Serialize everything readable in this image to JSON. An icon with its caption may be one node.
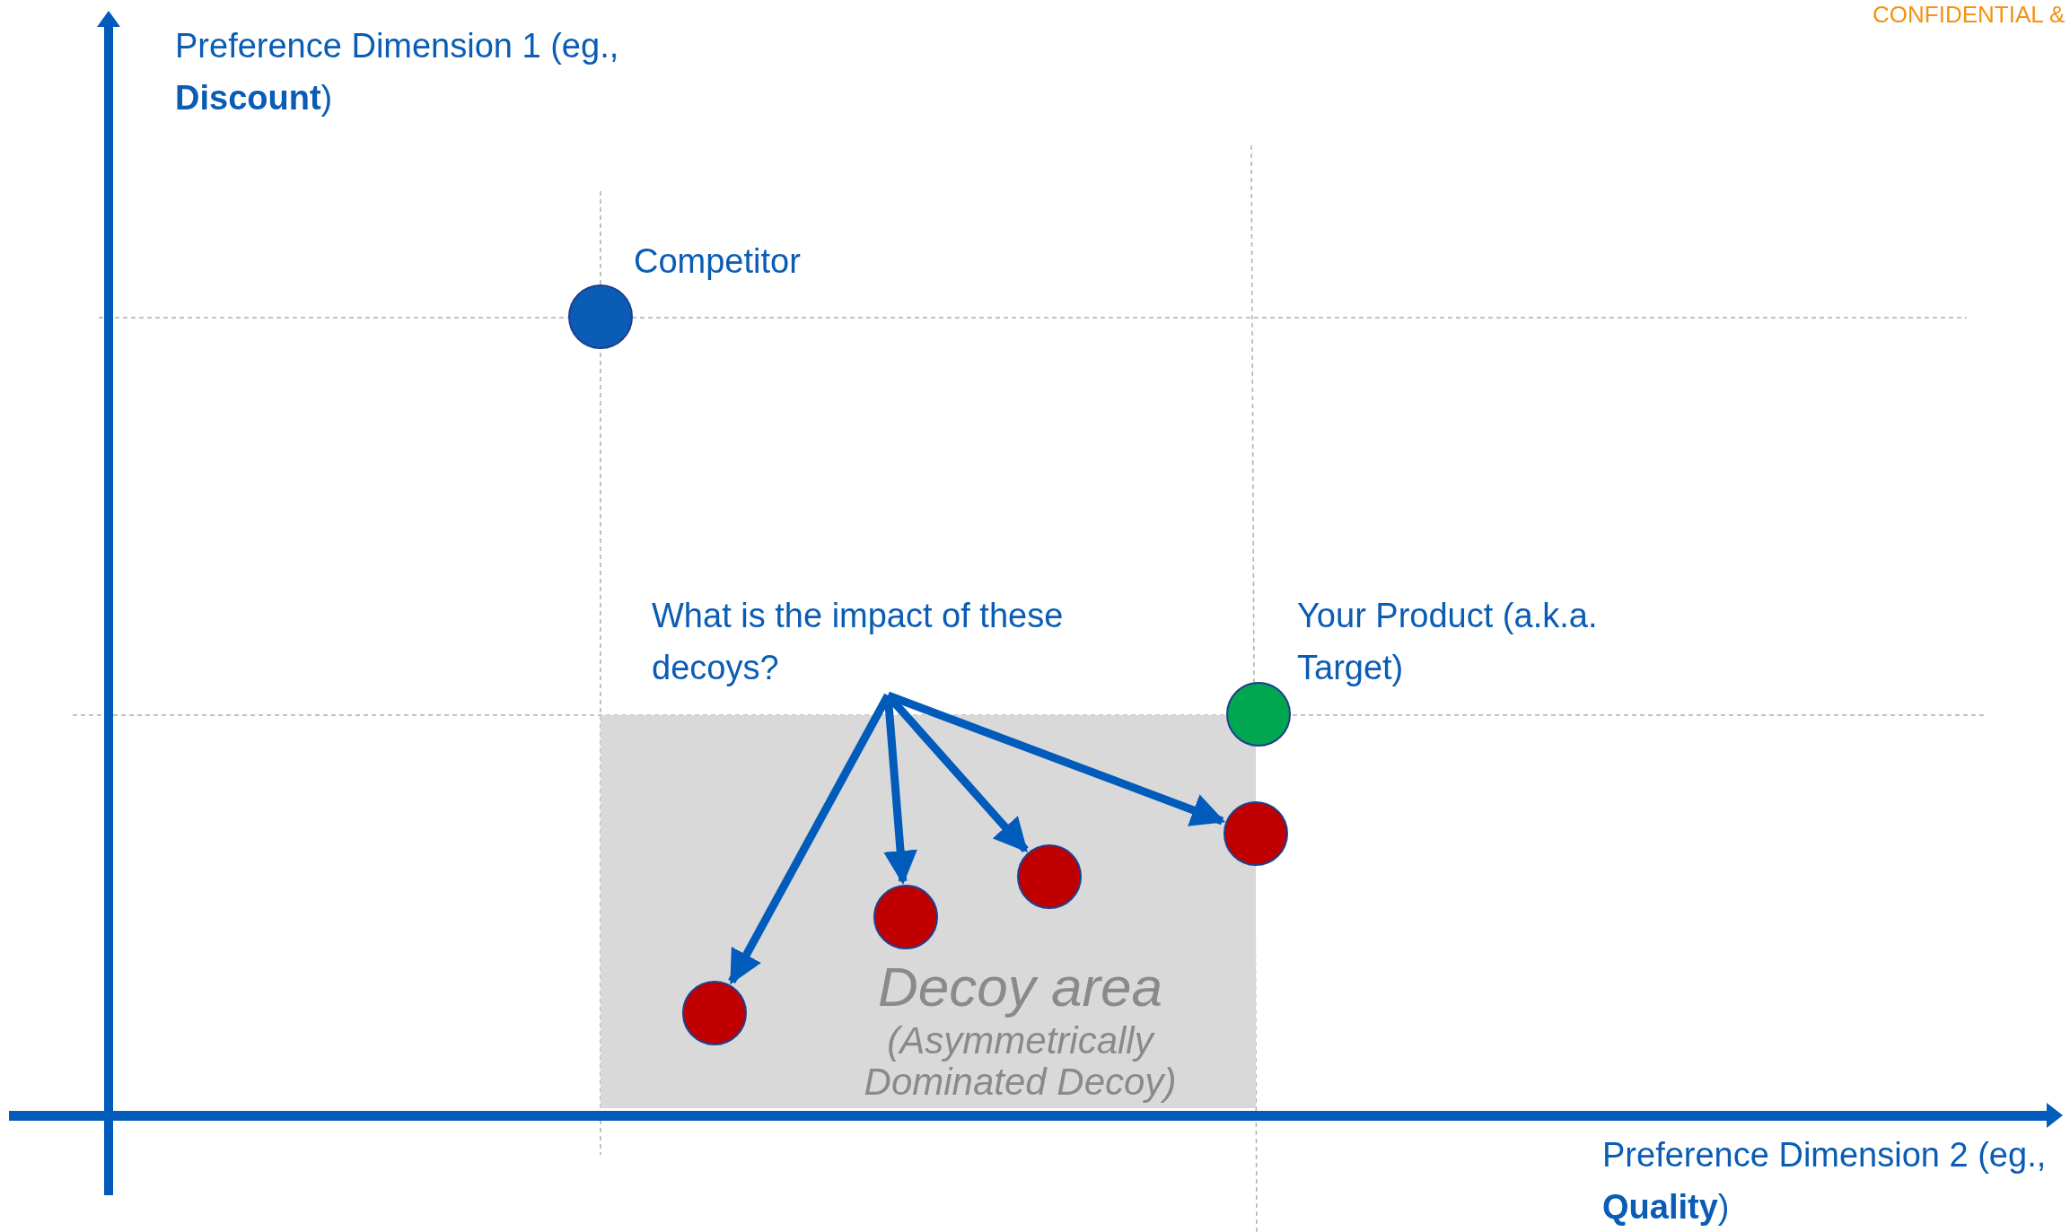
{
  "diagram": {
    "nodes": [
      {
        "text": [
          "Decoy area",
          "(Asymmetrically Dominated Decoy)"
        ]
      },
      {
        "text": [],
        "shape": "circle",
        "beside": [
          "Competitor"
        ]
      },
      {
        "text": [
          "What is the impact of these decoys?"
        ]
      },
      {
        "text": [],
        "shape": "circle",
        "beside": [
          "Your Product (a.k.a. Target)"
        ]
      },
      {
        "text": [],
        "shape": "circle",
        "in": 0
      },
      {
        "text": [],
        "shape": "circle",
        "in": 0
      },
      {
        "text": [],
        "shape": "circle",
        "in": 0
      },
      {
        "text": [],
        "shape": "circle"
      }
    ],
    "edges": [
      {
        "from": 2,
        "to": 4,
        "arrow": "to"
      },
      {
        "from": 2,
        "to": 5,
        "arrow": "to"
      },
      {
        "from": 2,
        "to": 6,
        "arrow": "to"
      },
      {
        "from": 2,
        "to": 7,
        "arrow": "to"
      }
    ],
    "labels": [
      "CONFIDENTIAL &",
      "Preference Dimension 1 (eg., **Discount**)",
      "Preference Dimension 2 (eg., **Quality**)"
    ]
  }
}
